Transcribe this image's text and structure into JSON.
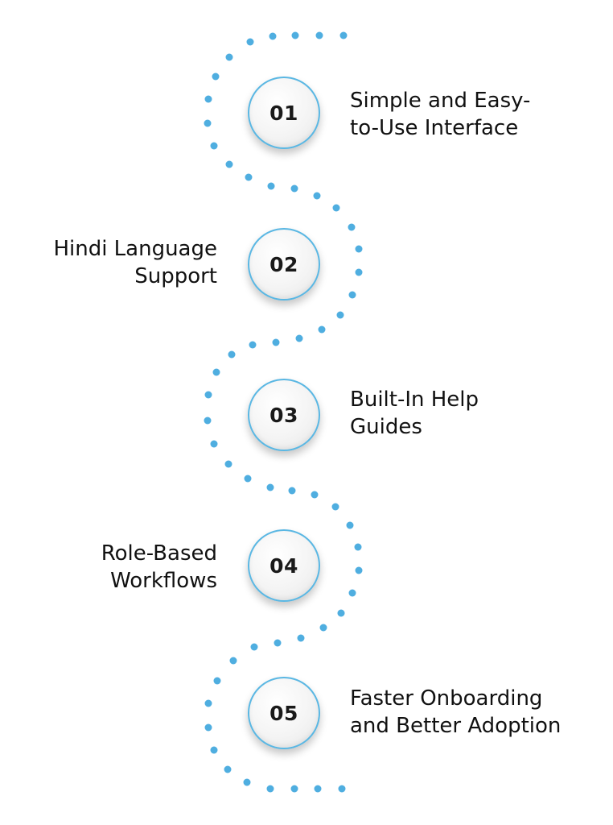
{
  "steps": [
    {
      "number": "01",
      "side": "right",
      "lines": [
        "Simple and Easy-",
        "to-Use Interface"
      ]
    },
    {
      "number": "02",
      "side": "left",
      "lines": [
        "Hindi Language",
        "Support"
      ]
    },
    {
      "number": "03",
      "side": "right",
      "lines": [
        "Built-In Help",
        "Guides"
      ]
    },
    {
      "number": "04",
      "side": "left",
      "lines": [
        "Role-Based",
        "Workflows"
      ]
    },
    {
      "number": "05",
      "side": "right",
      "lines": [
        "Faster Onboarding",
        "and Better Adoption"
      ]
    }
  ],
  "colors": {
    "dot": "#4faee0",
    "circle_border": "#5ab7e3",
    "text": "#111111"
  }
}
